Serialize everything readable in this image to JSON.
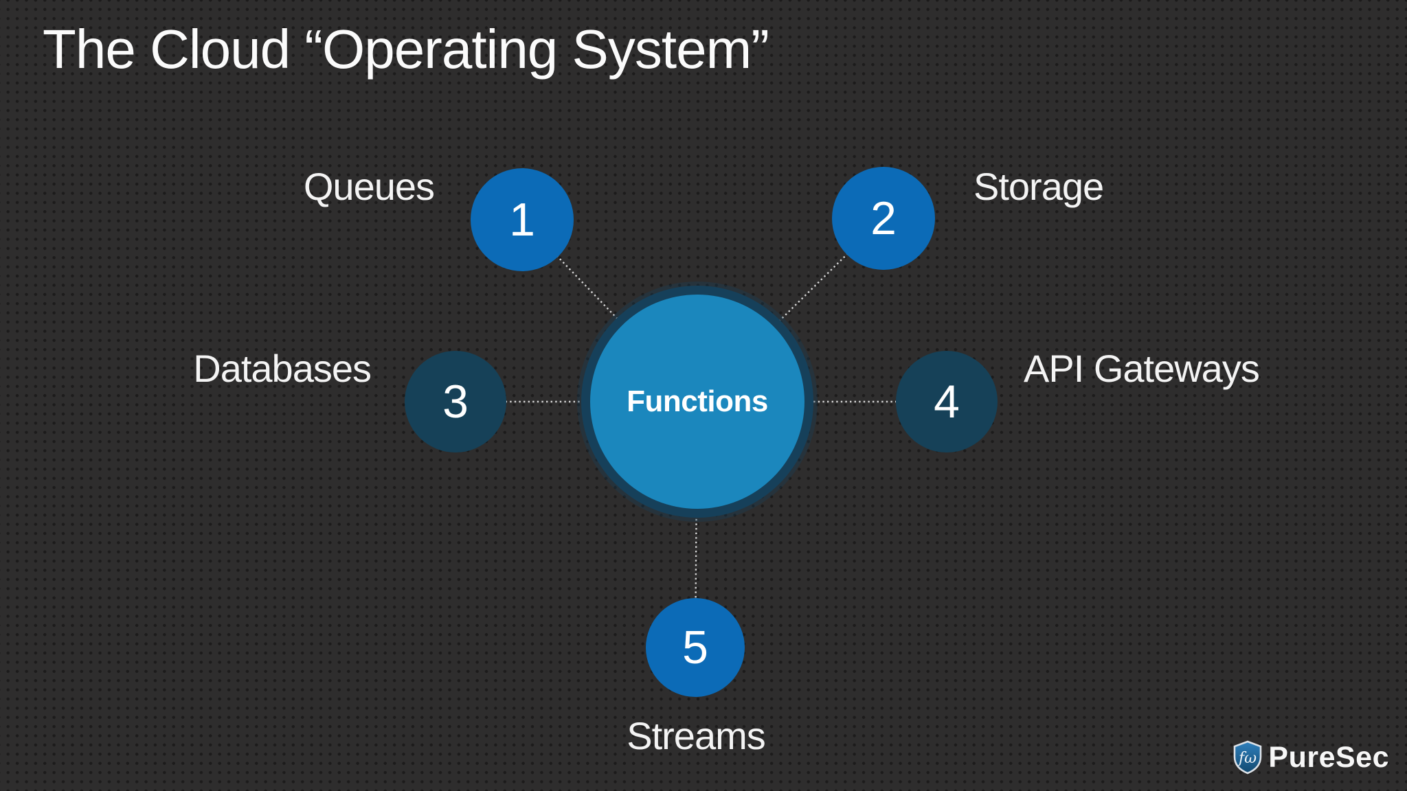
{
  "slide": {
    "title": "The Cloud “Operating System”",
    "background_color": "#2e2d2d",
    "dot_grid_color": "#1c1b1b"
  },
  "diagram": {
    "center": {
      "label": "Functions",
      "fill_color": "#1b87bd",
      "ring_color": "#16405a"
    },
    "connector_color": "#d6d6d6",
    "nodes": [
      {
        "number": "1",
        "label": "Queues",
        "fill_color": "#0c6bb7",
        "label_position": "left-of-circle"
      },
      {
        "number": "2",
        "label": "Storage",
        "fill_color": "#0c6bb7",
        "label_position": "right-of-circle"
      },
      {
        "number": "3",
        "label": "Databases",
        "fill_color": "#164158",
        "label_position": "left-of-circle"
      },
      {
        "number": "4",
        "label": "API Gateways",
        "fill_color": "#164158",
        "label_position": "right-of-circle"
      },
      {
        "number": "5",
        "label": "Streams",
        "fill_color": "#0c6bb7",
        "label_position": "below-circle"
      }
    ]
  },
  "footer": {
    "brand_name": "PureSec",
    "shield_glyph": "fω",
    "shield_fill": "#1f6ba6",
    "shield_border": "#dde2e8"
  }
}
